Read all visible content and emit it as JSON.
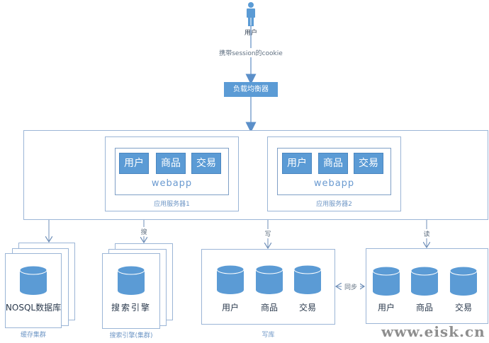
{
  "diagram": {
    "user": {
      "label": "用户",
      "icon": "person-icon"
    },
    "edge_user_lb": "携带session的cookie",
    "load_balancer": {
      "label": "负载均衡器"
    },
    "app_servers": [
      {
        "label": "应用服务器1",
        "webapp": "webapp",
        "modules": [
          "用户",
          "商品",
          "交易"
        ]
      },
      {
        "label": "应用服务器2",
        "webapp": "webapp",
        "modules": [
          "用户",
          "商品",
          "交易"
        ]
      }
    ],
    "cache_cluster": {
      "db_label": "NOSQL数据库",
      "caption": "缓存集群"
    },
    "search_cluster": {
      "db_label": "搜索引擎",
      "caption": "搜索引擎(集群)",
      "edge_label": "搜"
    },
    "write_db": {
      "caption": "写库",
      "edge_label": "写",
      "dbs": [
        "用户",
        "商品",
        "交易"
      ]
    },
    "read_db": {
      "edge_label": "读",
      "dbs": [
        "用户",
        "商品",
        "交易"
      ]
    },
    "sync_label": "同步",
    "colors": {
      "accent": "#5b9bd5",
      "border": "#9bb5d6",
      "line": "#6f8fb8"
    }
  },
  "watermark": "www.eisk.cn"
}
